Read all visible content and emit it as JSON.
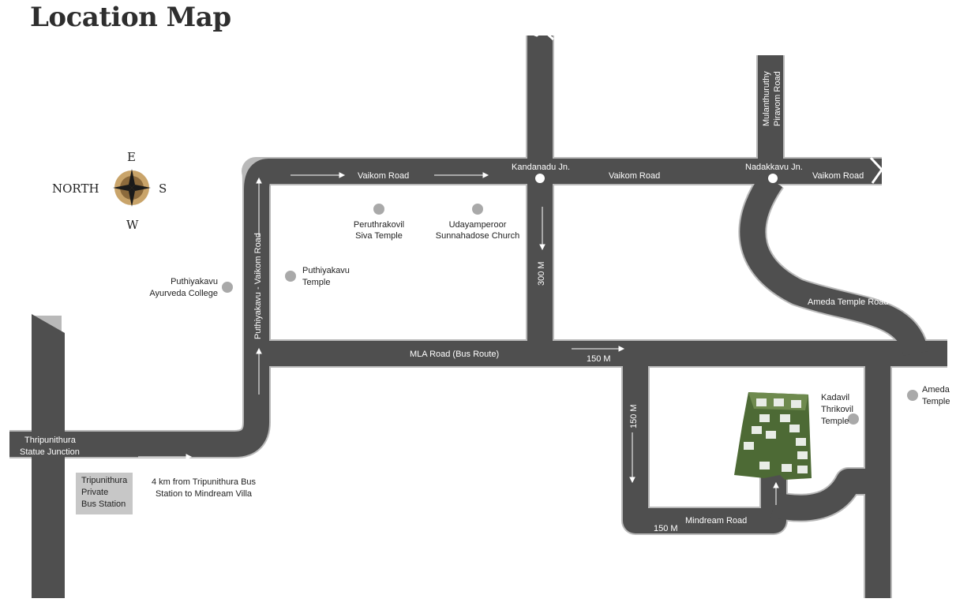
{
  "title": "Location Map",
  "compass": {
    "north": "NORTH",
    "east": "E",
    "south": "S",
    "west": "W"
  },
  "roads": {
    "vaikom_1": "Vaikom Road",
    "vaikom_2": "Vaikom Road",
    "vaikom_3": "Vaikom Road",
    "puthiyakavu_vaikom": "Puthiyakavu - Vaikom Road",
    "mla_road": "MLA Road (Bus Route)",
    "mulanthuruthy_1": "Mulanthuruthy",
    "mulanthuruthy_2": "Piravom Road",
    "ameda_temple_road": "Ameda Temple Road",
    "mindream_road": "Mindream Road"
  },
  "junctions": {
    "kandanadu": "Kandanadu Jn.",
    "nadakkavu": "Nadakkavu Jn.",
    "statue_1": "Thripunithura",
    "statue_2": "Statue Junction"
  },
  "distances": {
    "d300": "300 M",
    "d150_mla": "150 M",
    "d150_vertical": "150 M",
    "d150_bottom": "150 M"
  },
  "places": {
    "peruthrakovil_1": "Peruthrakovil",
    "peruthrakovil_2": "Siva Temple",
    "udayamperoor_1": "Udayamperoor",
    "udayamperoor_2": "Sunnahadose Church",
    "puthiyakavu_temple_1": "Puthiyakavu",
    "puthiyakavu_temple_2": "Temple",
    "ayurveda_1": "Puthiyakavu",
    "ayurveda_2": "Ayurveda College",
    "kadavil_1": "Kadavil",
    "kadavil_2": "Thrikovil",
    "kadavil_3": "Temple",
    "ameda_1": "Ameda",
    "ameda_2": "Temple"
  },
  "bus_station": {
    "line1": "Tripunithura",
    "line2": "Private",
    "line3": "Bus Station"
  },
  "note": {
    "line1": "4 km from Tripunithura Bus",
    "line2": "Station to Mindream Villa"
  },
  "colors": {
    "road": "#4f4f4f",
    "road_edge": "#b9b9b9",
    "marker": "#a9a9a9",
    "site_green": "#4d6a35"
  }
}
